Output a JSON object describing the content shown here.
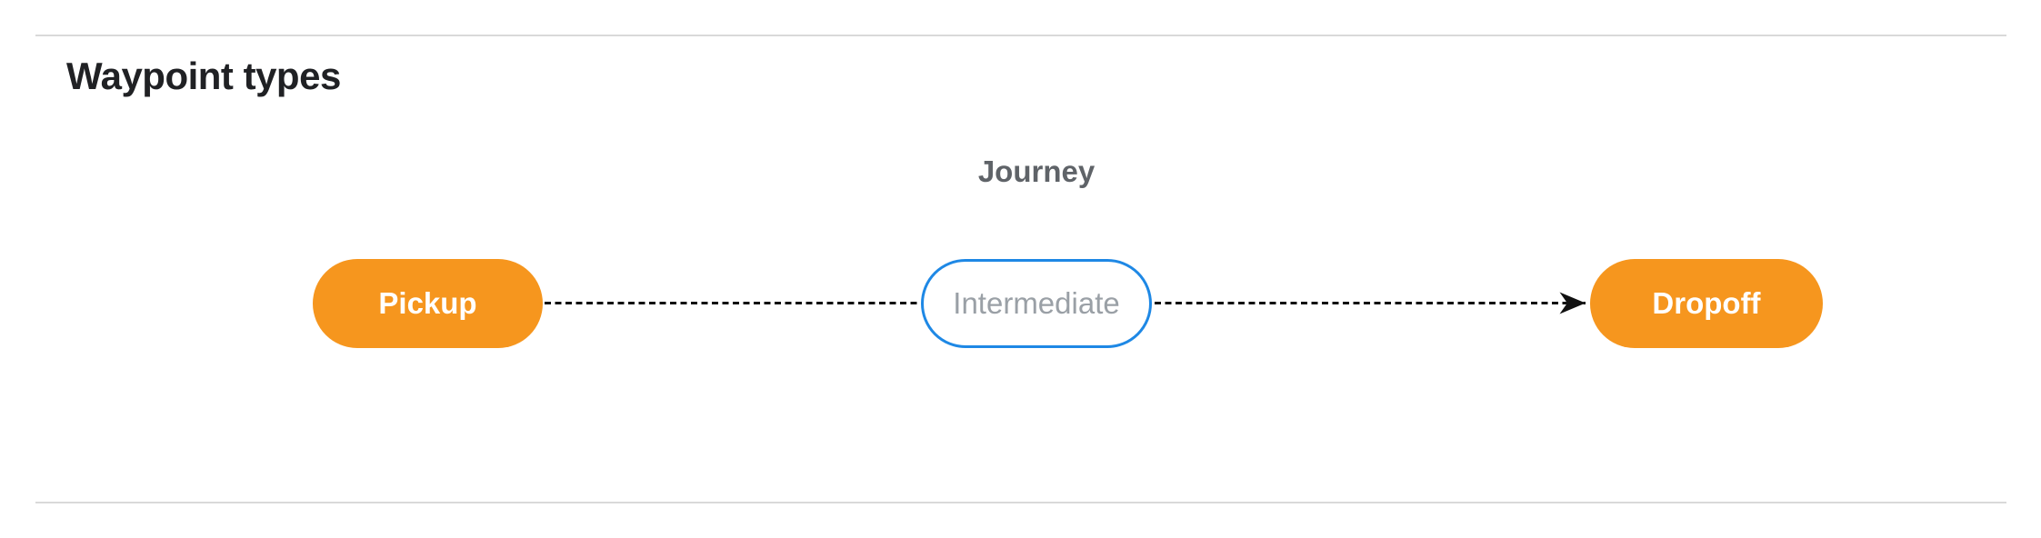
{
  "section": {
    "title": "Waypoint types"
  },
  "diagram": {
    "title": "Journey",
    "nodes": [
      {
        "id": "pickup",
        "label": "Pickup",
        "type": "endpoint",
        "fill": "#F6961E",
        "text_color": "#FFFFFF"
      },
      {
        "id": "intermediate",
        "label": "Intermediate",
        "type": "intermediate",
        "fill": "#FFFFFF",
        "border_color": "#1E88E5",
        "text_color": "#9AA0A6"
      },
      {
        "id": "dropoff",
        "label": "Dropoff",
        "type": "endpoint",
        "fill": "#F6961E",
        "text_color": "#FFFFFF"
      }
    ],
    "edges": [
      {
        "from": "pickup",
        "to": "intermediate",
        "style": "dashed",
        "arrowhead": false
      },
      {
        "from": "intermediate",
        "to": "dropoff",
        "style": "dashed",
        "arrowhead": true
      }
    ],
    "colors": {
      "orange": "#F6961E",
      "blue": "#1E88E5",
      "edge_line": "#111111",
      "divider": "#D9D9D9",
      "heading_text": "#202124",
      "journey_text": "#5F6368",
      "intermediate_text": "#9AA0A6"
    }
  }
}
